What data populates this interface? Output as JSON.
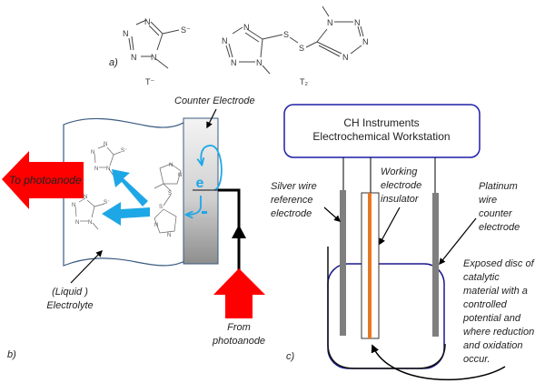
{
  "panel_a": {
    "label": "a)",
    "molecule_1": {
      "name": "T⁻",
      "atoms": {
        "n1": "N",
        "n2": "N",
        "n3": "N",
        "n4": "N",
        "s": "S⁻"
      }
    },
    "molecule_2": {
      "name": "T₂",
      "atoms": {
        "n1": "N",
        "n2": "N",
        "n3": "N",
        "n4": "N",
        "s1": "S",
        "s2": "S",
        "n5": "N",
        "n6": "N",
        "n7": "N",
        "n8": "N"
      }
    }
  },
  "panel_b": {
    "label": "b)",
    "counter_electrode": "Counter Electrode",
    "to_photoanode": "To photoanode",
    "electrolyte_line1": "(Liquid )",
    "electrolyte_line2": "Electrolyte",
    "from_line1": "From",
    "from_line2": "photoanode",
    "electron": "e",
    "minus": "-",
    "small_atoms": {
      "n": "N",
      "s": "S",
      "s_minus": "S⁻"
    },
    "colors": {
      "arrow_red": "#ff0000",
      "arrow_blue": "#1ea7e6",
      "electrode_top": "#f2f2f2",
      "electrode_bottom": "#9a9a9a"
    }
  },
  "panel_c": {
    "label": "c)",
    "workstation_line1": "CH Instruments",
    "workstation_line2": "Electrochemical Workstation",
    "silver_line1": "Silver wire",
    "silver_line2": "reference",
    "silver_line3": "electrode",
    "working_line1": "Working",
    "working_line2": "electrode",
    "working_line3": "insulator",
    "platinum_line1": "Platinum",
    "platinum_line2": "wire",
    "platinum_line3": "counter",
    "platinum_line4": "electrode",
    "disc_lines": [
      "Exposed disc of",
      "catalytic",
      "material  with a",
      "controlled",
      "potential and",
      "where reduction",
      "and oxidation",
      "occur."
    ],
    "colors": {
      "box_border": "#1f1fa8",
      "wire": "#e87722",
      "electrode_gray": "#7f7f7f",
      "solution_border": "#1a1a8c"
    }
  }
}
